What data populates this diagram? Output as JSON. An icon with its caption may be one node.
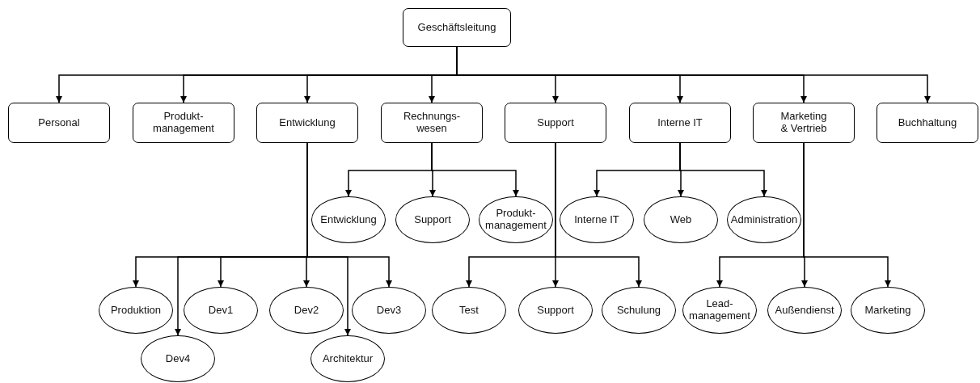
{
  "diagram": {
    "nodes": [
      {
        "text": [
          "Geschäftsleitung"
        ]
      },
      {
        "text": [
          "Personal"
        ]
      },
      {
        "text": [
          "Produkt- management"
        ]
      },
      {
        "text": [
          "Entwicklung"
        ]
      },
      {
        "text": [
          "Rechnungs- wesen"
        ]
      },
      {
        "text": [
          "Support"
        ]
      },
      {
        "text": [
          "Interne IT"
        ]
      },
      {
        "text": [
          "Marketing & Vertrieb"
        ]
      },
      {
        "text": [
          "Buchhaltung"
        ]
      },
      {
        "text": [
          "Entwicklung"
        ]
      },
      {
        "text": [
          "Support"
        ]
      },
      {
        "text": [
          "Produkt- management"
        ]
      },
      {
        "text": [
          "Interne IT"
        ]
      },
      {
        "text": [
          "Web"
        ]
      },
      {
        "text": [
          "Administration"
        ]
      },
      {
        "text": [
          "Produktion"
        ]
      },
      {
        "text": [
          "Dev4"
        ]
      },
      {
        "text": [
          "Dev1"
        ]
      },
      {
        "text": [
          "Dev2"
        ]
      },
      {
        "text": [
          "Architektur"
        ]
      },
      {
        "text": [
          "Dev3"
        ]
      },
      {
        "text": [
          "Test"
        ]
      },
      {
        "text": [
          "Support"
        ]
      },
      {
        "text": [
          "Schulung"
        ]
      },
      {
        "text": [
          "Lead- management"
        ]
      },
      {
        "text": [
          "Außendienst"
        ]
      },
      {
        "text": [
          "Marketing"
        ]
      }
    ],
    "edges": [
      {
        "from": 0,
        "to": 1,
        "arrow": "to"
      },
      {
        "from": 0,
        "to": 2,
        "arrow": "to"
      },
      {
        "from": 0,
        "to": 3,
        "arrow": "to"
      },
      {
        "from": 0,
        "to": 4,
        "arrow": "to"
      },
      {
        "from": 0,
        "to": 5,
        "arrow": "to"
      },
      {
        "from": 0,
        "to": 6,
        "arrow": "to"
      },
      {
        "from": 0,
        "to": 7,
        "arrow": "to"
      },
      {
        "from": 0,
        "to": 8,
        "arrow": "to"
      },
      {
        "from": 4,
        "to": 9,
        "arrow": "to"
      },
      {
        "from": 4,
        "to": 10,
        "arrow": "to"
      },
      {
        "from": 4,
        "to": 11,
        "arrow": "to"
      },
      {
        "from": 6,
        "to": 12,
        "arrow": "to"
      },
      {
        "from": 6,
        "to": 13,
        "arrow": "to"
      },
      {
        "from": 6,
        "to": 14,
        "arrow": "to"
      },
      {
        "from": 3,
        "to": 15,
        "arrow": "to"
      },
      {
        "from": 3,
        "to": 16,
        "arrow": "to"
      },
      {
        "from": 3,
        "to": 17,
        "arrow": "to"
      },
      {
        "from": 3,
        "to": 18,
        "arrow": "to"
      },
      {
        "from": 3,
        "to": 19,
        "arrow": "to"
      },
      {
        "from": 3,
        "to": 20,
        "arrow": "to"
      },
      {
        "from": 5,
        "to": 21,
        "arrow": "to"
      },
      {
        "from": 5,
        "to": 22,
        "arrow": "to"
      },
      {
        "from": 5,
        "to": 23,
        "arrow": "to"
      },
      {
        "from": 7,
        "to": 24,
        "arrow": "to"
      },
      {
        "from": 7,
        "to": 25,
        "arrow": "to"
      },
      {
        "from": 7,
        "to": 26,
        "arrow": "to"
      }
    ]
  }
}
